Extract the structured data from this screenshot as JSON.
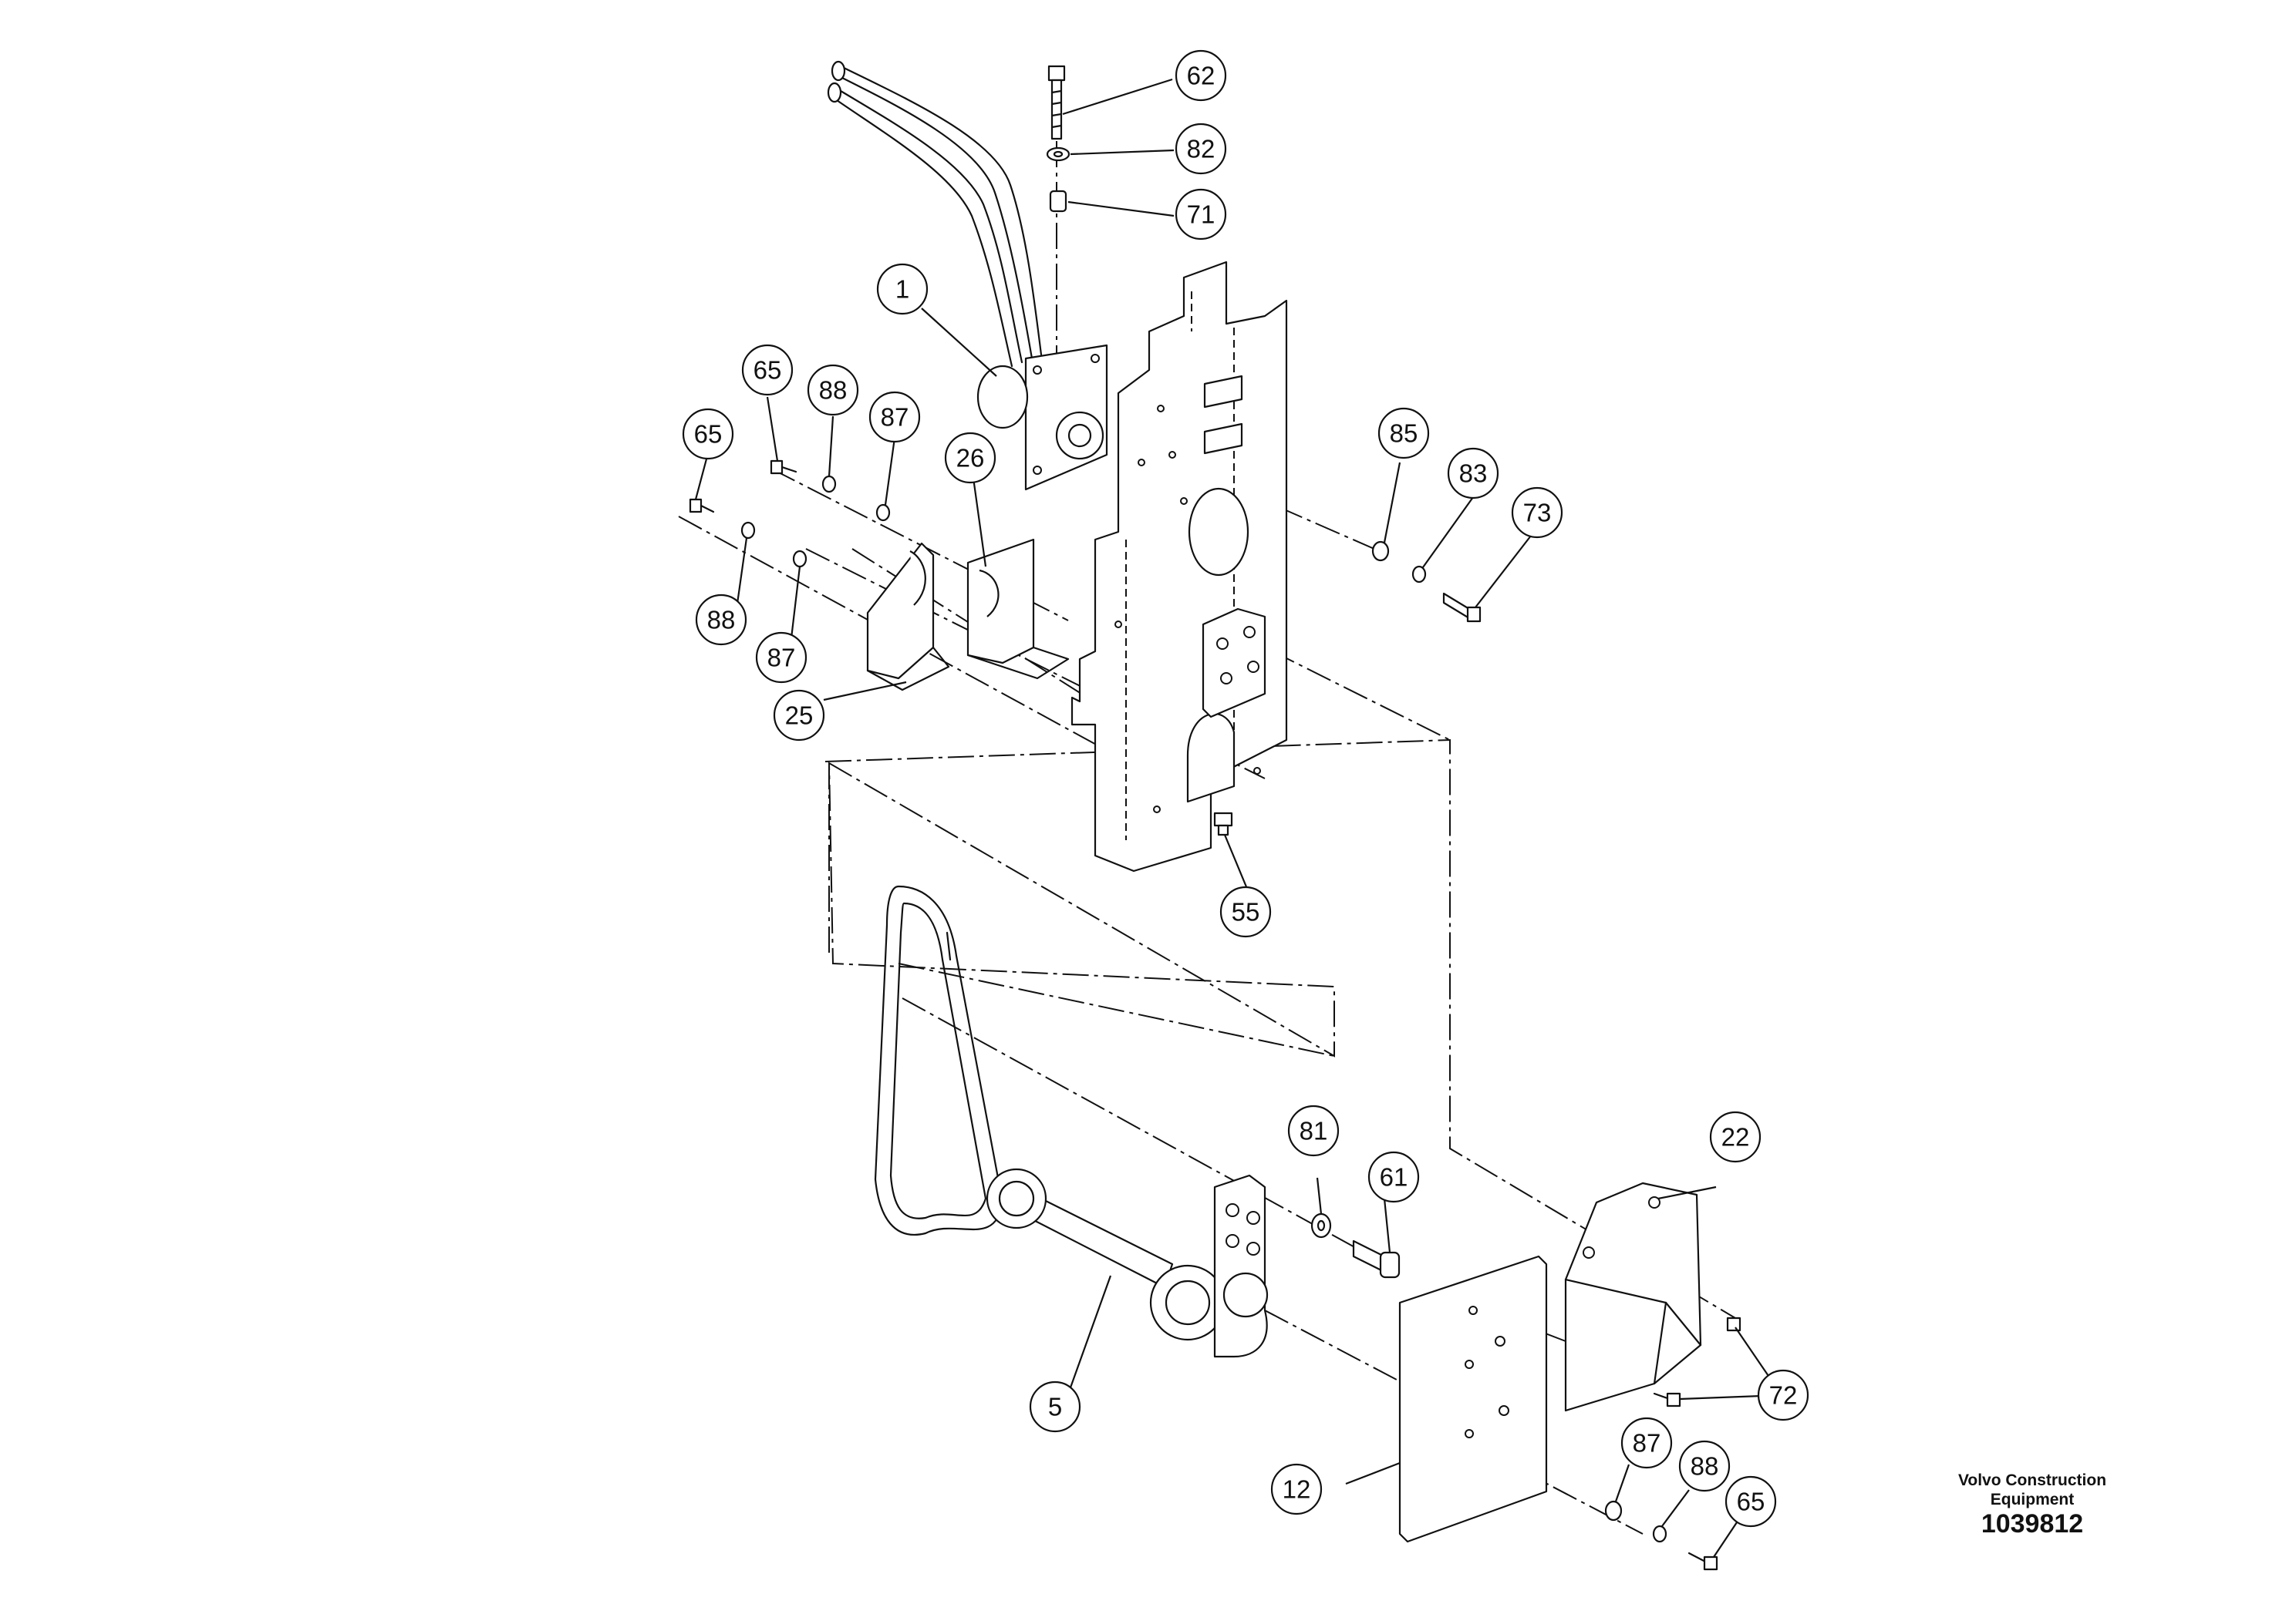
{
  "callouts": {
    "c62": "62",
    "c82": "82",
    "c71": "71",
    "c1": "1",
    "c65a": "65",
    "c88a": "88",
    "c87a": "87",
    "c65b": "65",
    "c26": "26",
    "c85": "85",
    "c83": "83",
    "c73": "73",
    "c88b": "88",
    "c87b": "87",
    "c25": "25",
    "c55": "55",
    "c81": "81",
    "c61": "61",
    "c22": "22",
    "c72": "72",
    "c5": "5",
    "c87c": "87",
    "c88c": "88",
    "c12": "12",
    "c65c": "65"
  },
  "footer": {
    "company_line1": "Volvo Construction",
    "company_line2": "Equipment",
    "drawing_number": "1039812"
  }
}
